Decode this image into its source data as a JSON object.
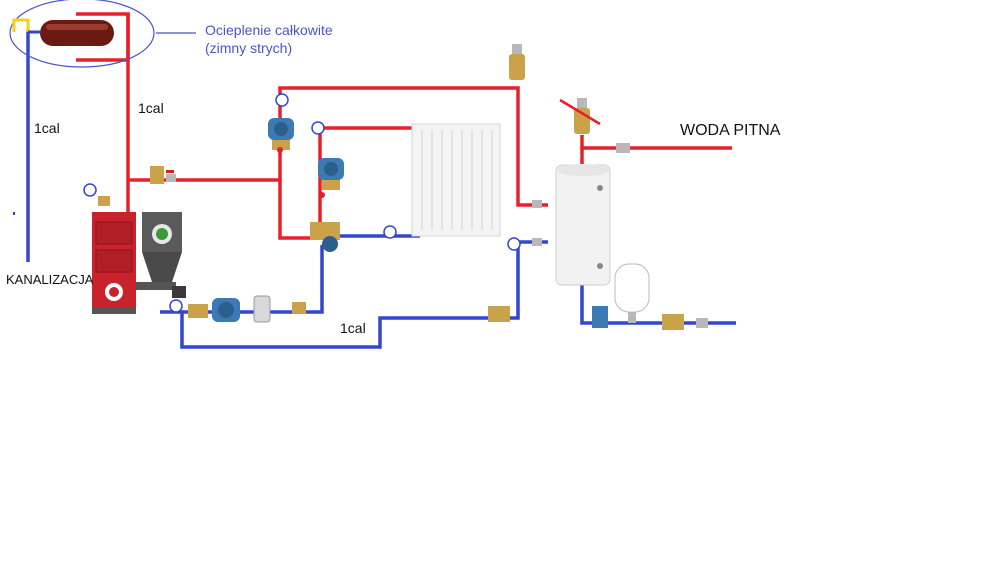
{
  "labels": {
    "insulation_line1": "Ocieplenie całkowite",
    "insulation_line2": "(zimny strych)",
    "pipe_size_riser_red": "1cal",
    "pipe_size_riser_blue": "1cal",
    "pipe_size_return": "1cal",
    "drain": "KANALIZACJA",
    "drinking_water": "WODA PITNA"
  },
  "colors": {
    "supply_pipe": "#e8202a",
    "return_pipe": "#3346d2",
    "annotation_text": "#4a55c8",
    "boiler_body": "#c8232c",
    "brass_fitting": "#c9a24a",
    "pump_body": "#3b7ab3"
  },
  "components": {
    "expansion_vessel_top": "open-expansion-tank",
    "boiler": "solid-fuel-boiler",
    "pumps": 3,
    "radiator": "panel-radiator",
    "hot_water_cylinder": "dhw-cylinder",
    "membrane_vessel": "expansion-vessel-white"
  }
}
